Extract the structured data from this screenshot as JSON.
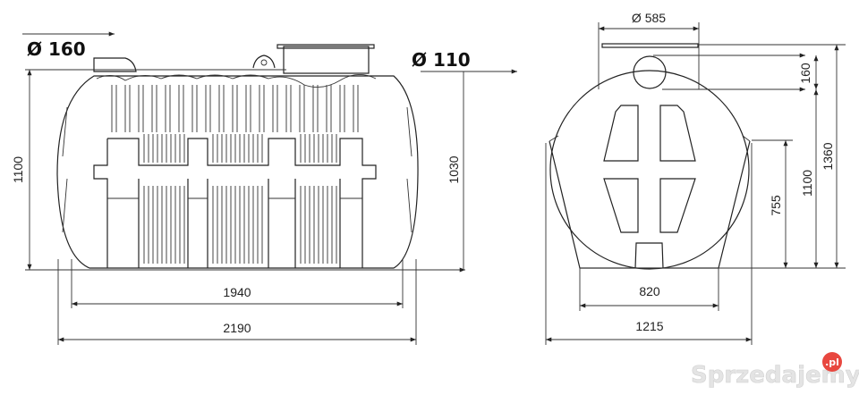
{
  "side_view": {
    "inlet_label": "Ø 160",
    "outlet_label": "Ø 110",
    "height_total": "1100",
    "height_outlet": "1030",
    "length_inner": "1940",
    "length_total": "2190"
  },
  "front_view": {
    "chimney_diameter": "Ø 585",
    "pipe_height": "160",
    "height_tank": "1100",
    "height_total": "1360",
    "height_support": "755",
    "base_width": "820",
    "total_width": "1215"
  },
  "watermark": {
    "text": "Sprzedajemy",
    "suffix": ".pl",
    "accent_color": "#e8473f"
  }
}
